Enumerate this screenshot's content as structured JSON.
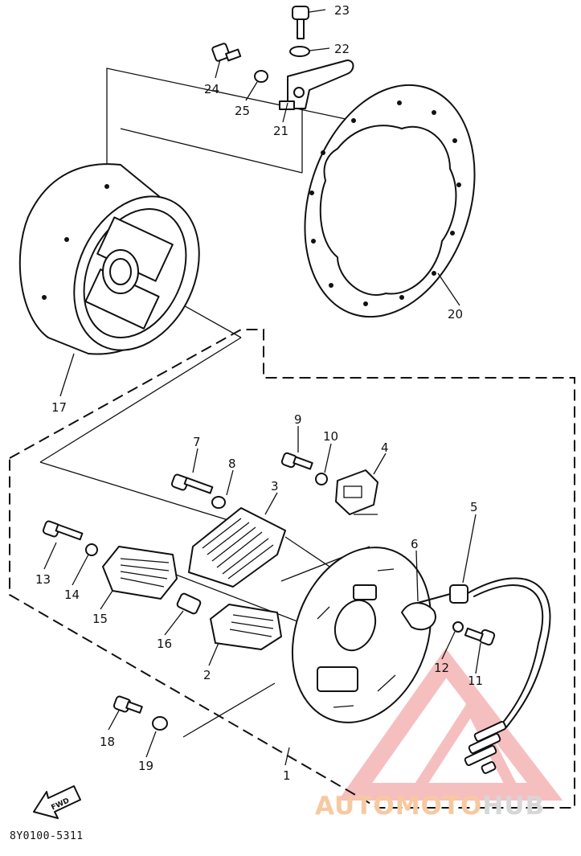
{
  "diagram": {
    "drawing_code": "8Y0100-5311",
    "fwd_label": "FWD",
    "watermark": {
      "part_a": "AUTOMOTO",
      "part_b": "HUB"
    },
    "colors": {
      "ink": "#111111",
      "watermark_red": "#f08c8c",
      "watermark_orange": "#f7c9a0",
      "watermark_gray": "#d7d7d7"
    },
    "callouts": [
      "1",
      "2",
      "3",
      "4",
      "5",
      "6",
      "7",
      "8",
      "9",
      "10",
      "11",
      "12",
      "13",
      "14",
      "15",
      "16",
      "17",
      "18",
      "19",
      "20",
      "21",
      "22",
      "23",
      "24",
      "25"
    ]
  }
}
